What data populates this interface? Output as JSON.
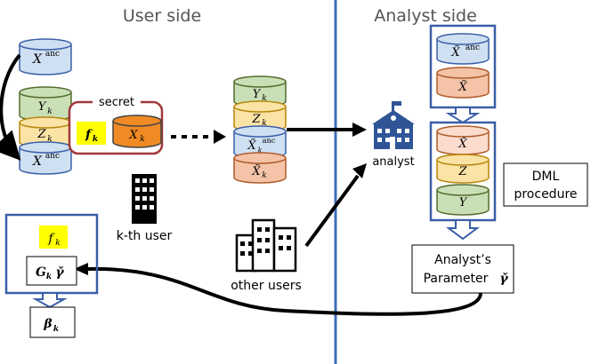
{
  "headers": {
    "user_side": "User side",
    "analyst_side": "Analyst side"
  },
  "user_cylinders": {
    "anc_top": "X",
    "anc_top_sup": "anc",
    "y_k": "Y",
    "y_k_sub": "k",
    "z_k": "Z",
    "z_k_sub": "k",
    "x_anc_bottom": "X",
    "x_anc_bottom_sup": "anc"
  },
  "secret": {
    "label": "secret",
    "f_k": "f",
    "f_k_sub": "k",
    "x_k": "X",
    "x_k_sub": "k"
  },
  "user_label": "k-th user",
  "other_users_label": "other users",
  "shared_stack": {
    "y_k": "Y",
    "y_k_sub": "k",
    "z_k": "Z",
    "z_k_sub": "k",
    "x_anc": "X̃",
    "x_anc_sup": "anc",
    "x_anc_sub": "k",
    "x_tilde": "X̃",
    "x_tilde_sub": "k"
  },
  "analyst_label": "analyst",
  "analyst_top_stack": {
    "x_anc": "X̃",
    "x_anc_sup": "anc",
    "x_tilde": "X̃"
  },
  "analyst_bottom_stack": {
    "x_tilde": "X̌",
    "z": "Z",
    "y": "Y"
  },
  "dml_label": [
    "DML",
    "procedure"
  ],
  "param_label": [
    "Analyst’s",
    "Parameter"
  ],
  "param_symbol": "γ̌",
  "user_box": {
    "f_k": "f",
    "f_k_sub": "k",
    "g": "G",
    "g_sub": "k",
    "g_gamma": "γ̌",
    "beta": "β",
    "beta_sub": "k"
  },
  "colors": {
    "blue_cyl": "#cfe0f2",
    "green_cyl": "#c9dfb5",
    "yellow_cyl": "#fbe3a6",
    "orange_cyl": "#f5c4a8",
    "peach_cyl": "#fbdccd",
    "orange_bright": "#f08a24",
    "yellow_box": "#ffff00",
    "frame_blue": "#3a5fa8",
    "secret_red": "#a0393b"
  }
}
